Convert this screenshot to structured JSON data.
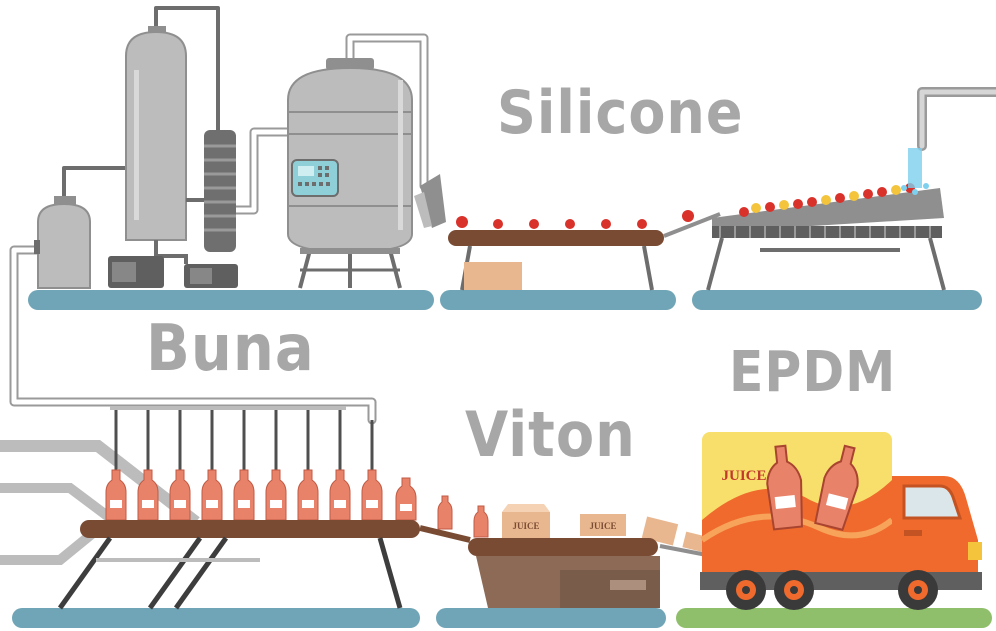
{
  "labels": {
    "silicone": "Silicone",
    "buna": "Buna",
    "viton": "Viton",
    "epdm": "EPDM"
  },
  "truck": {
    "brand_text": "JUICE"
  },
  "box_text": "JUICE",
  "colors": {
    "machine_grey": "#bcbcbc",
    "machine_dark": "#8f8f8f",
    "floor": "#6fa5b6",
    "floor_green": "#8fbf6a",
    "belt": "#7a4b33",
    "juice": "#e8836a",
    "box": "#e9b78f",
    "truck_orange": "#ef6a2c",
    "truck_yellow": "#f8df6b",
    "fruit_red": "#d8322b",
    "fruit_yellow": "#f3c43c"
  }
}
